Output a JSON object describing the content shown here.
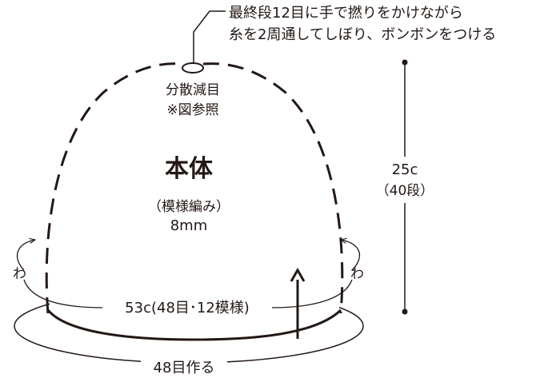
{
  "top_note": {
    "line1": "最終段12目に手で撚りをかけながら",
    "line2": "糸を2周通してしぼり、ボンボンをつける"
  },
  "decrease": {
    "line1": "分散減目",
    "line2": "※図参照"
  },
  "body": {
    "title": "本体",
    "pattern": "（模様編み）",
    "needle": "8mm"
  },
  "height": {
    "value": "25c",
    "rows": "（40段）"
  },
  "width_label": "53c(48目･12模様)",
  "cast_on_label": "48目作る",
  "wa_left": "わ",
  "wa_right": "わ"
}
